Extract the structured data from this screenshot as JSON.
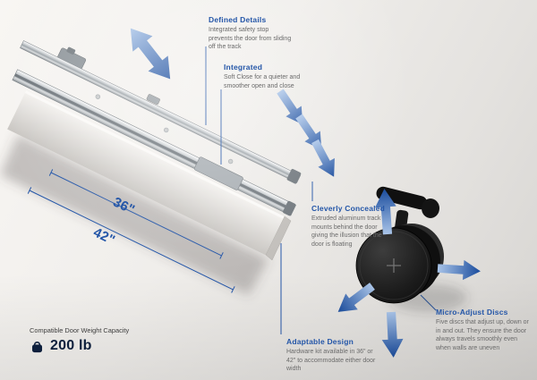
{
  "colors": {
    "accent_blue": "#2456a8",
    "arrow_gradient_light": "#a9c4e8",
    "arrow_gradient_dark": "#1a4c9d",
    "body_text": "#6b6b6b",
    "navy_text": "#0d1f3c",
    "wall_light": "#f8f6f3",
    "wall_dark": "#d6d4d1"
  },
  "callouts": {
    "defined_details": {
      "title": "Defined Details",
      "body": "Integrated safety stop prevents the door from sliding off the track"
    },
    "integrated": {
      "title": "Integrated",
      "body": "Soft Close for a quieter and smoother open and close"
    },
    "cleverly_concealed": {
      "title": "Cleverly Concealed",
      "body": "Extruded aluminum track mounts behind the door giving the illusion that the door is floating"
    },
    "adaptable_design": {
      "title": "Adaptable Design",
      "body": "Hardware kit available in 36\" or 42\" to accommodate either door width"
    },
    "micro_adjust_discs": {
      "title": "Micro-Adjust Discs",
      "body": "Five discs that adjust up, down or in and out. They ensure the door always travels smoothly even when walls are uneven"
    }
  },
  "dimensions": {
    "length_option_a": "36\"",
    "length_option_b": "42\""
  },
  "weight_capacity": {
    "label": "Compatible Door Weight Capacity",
    "value": "200 lb",
    "icon": "kettlebell-weight-icon"
  },
  "icons": {
    "slide_direction": "double-headed-arrow",
    "door_motion": "chevron-arrow",
    "disc_adjust": "directional-arrow"
  }
}
